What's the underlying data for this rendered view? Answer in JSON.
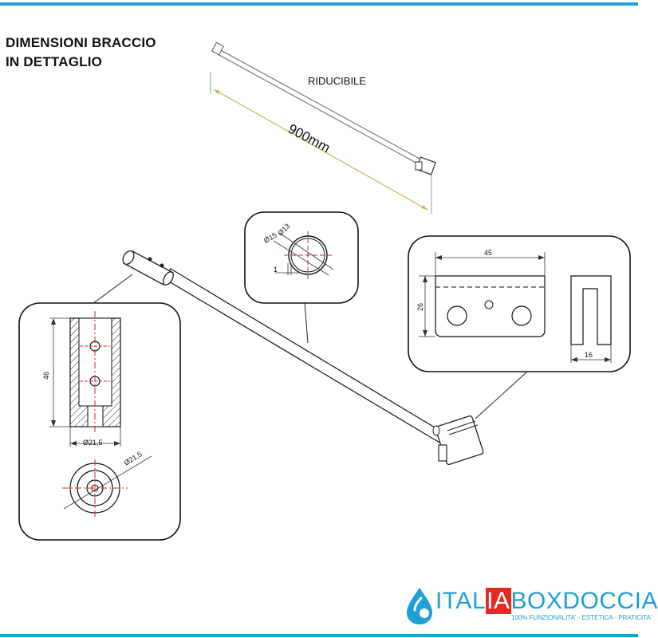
{
  "title": {
    "line1": "DIMENSIONI BRACCIO",
    "line2": "IN DETTAGLIO"
  },
  "top_drawing": {
    "label": "RIDUCIBILE",
    "length": "900mm"
  },
  "detail_tube": {
    "height": "46",
    "diameter_side": "Ø21,5",
    "diameter_end": "Ø21,5"
  },
  "detail_section": {
    "outer_d": "Ø15",
    "inner_d": "Ø13",
    "wall": "1"
  },
  "detail_bracket": {
    "width": "45",
    "height": "26",
    "depth": "16"
  },
  "logo": {
    "part1": "ITAL",
    "part2": "IA",
    "part3": "BOXDOCCIA",
    "tagline": "100% FUNZIONALITA' - ESTETICA - PRATICITA'",
    "color_blue": "#1e9fd6",
    "color_red": "#e32b25"
  }
}
